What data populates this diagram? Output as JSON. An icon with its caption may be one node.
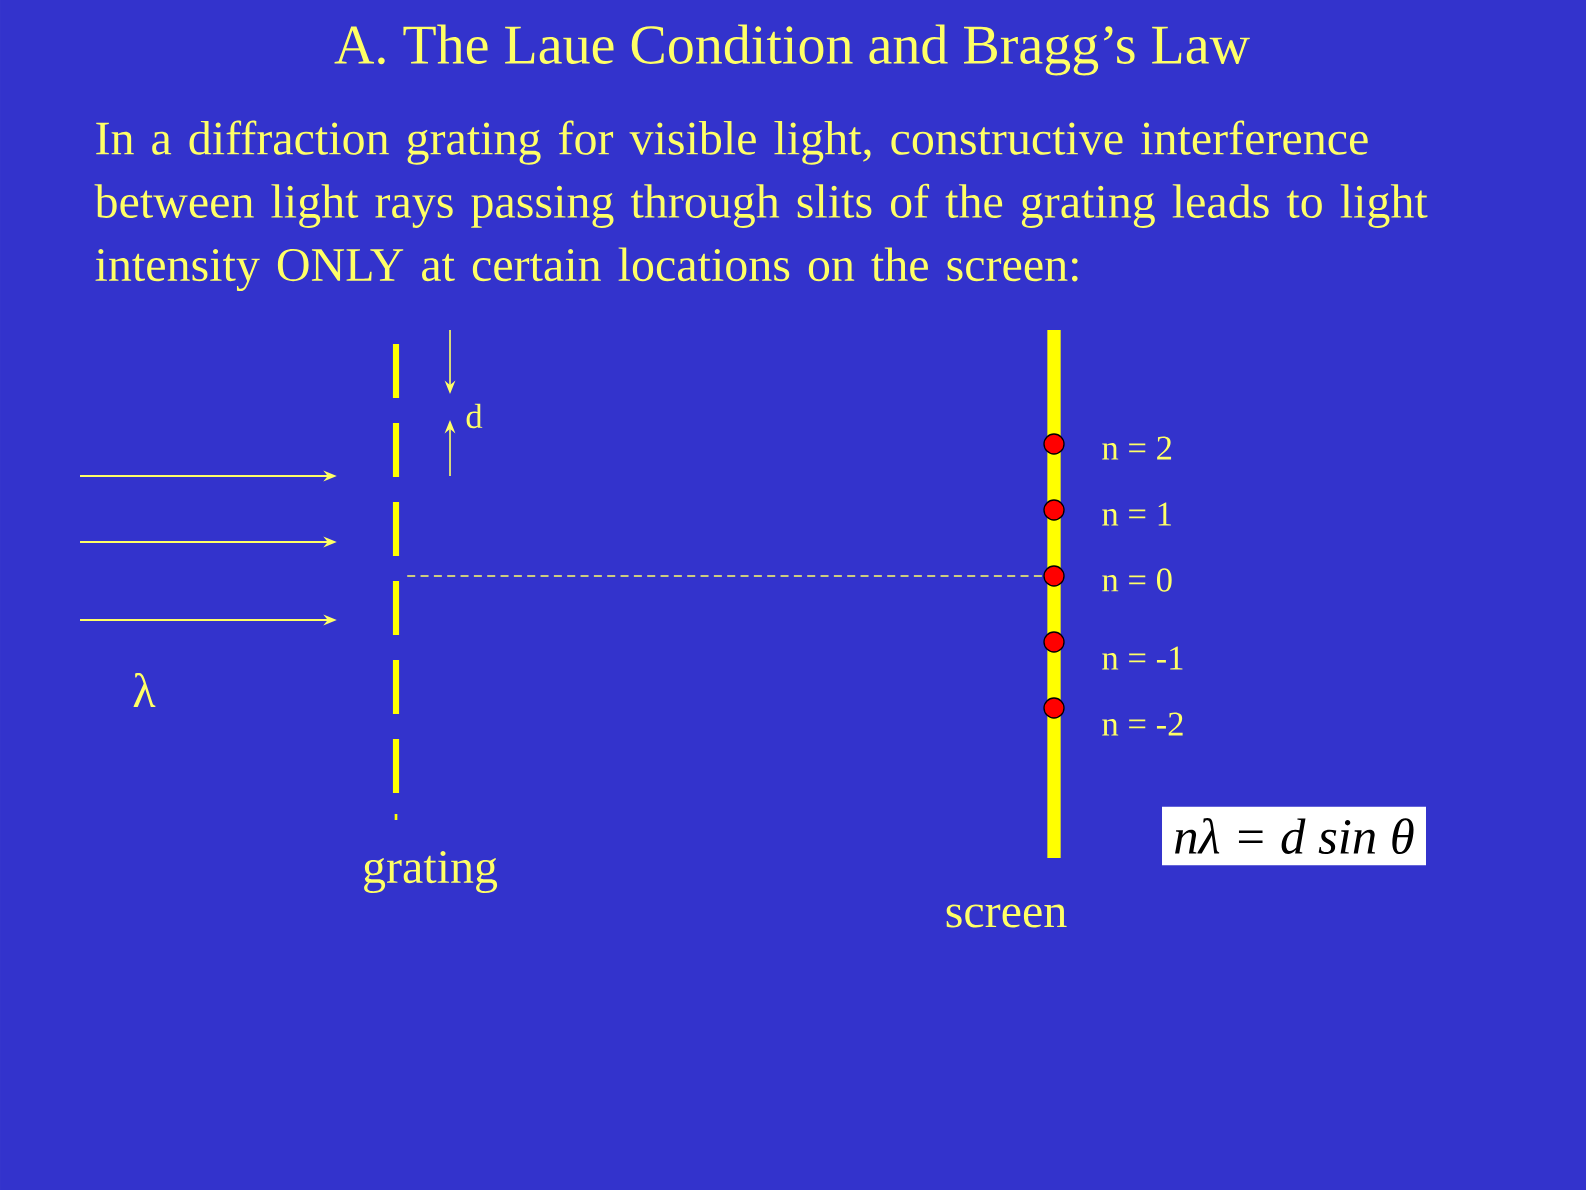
{
  "diagram": {
    "title": "A. The Laue Condition and Bragg’s Law",
    "nodes": [
      {
        "text": [
          "grating"
        ]
      },
      {
        "text": [
          "screen"
        ]
      },
      {
        "text": [],
        "shape": "circle",
        "beside": [
          "n = 2"
        ]
      },
      {
        "text": [],
        "shape": "circle",
        "beside": [
          "n = 1"
        ]
      },
      {
        "text": [],
        "shape": "circle",
        "beside": [
          "n = 0"
        ]
      },
      {
        "text": [],
        "shape": "circle",
        "beside": [
          "n = -1"
        ]
      },
      {
        "text": [],
        "shape": "circle",
        "beside": [
          "n = -2"
        ]
      }
    ],
    "edges": [
      {
        "from": null,
        "to": 0,
        "arrow": "to"
      },
      {
        "from": null,
        "to": 0,
        "arrow": "to"
      },
      {
        "from": null,
        "to": 0,
        "arrow": "to"
      },
      {
        "from": 0,
        "to": 4,
        "arrow": "none",
        "style": "dashed"
      }
    ],
    "labels": [
      "In a diffraction grating for visible light, constructive interference between light rays passing through slits of the grating leads to light intensity ONLY at certain locations on the screen:",
      "d",
      "λ",
      "nλ = d sin θ"
    ]
  }
}
